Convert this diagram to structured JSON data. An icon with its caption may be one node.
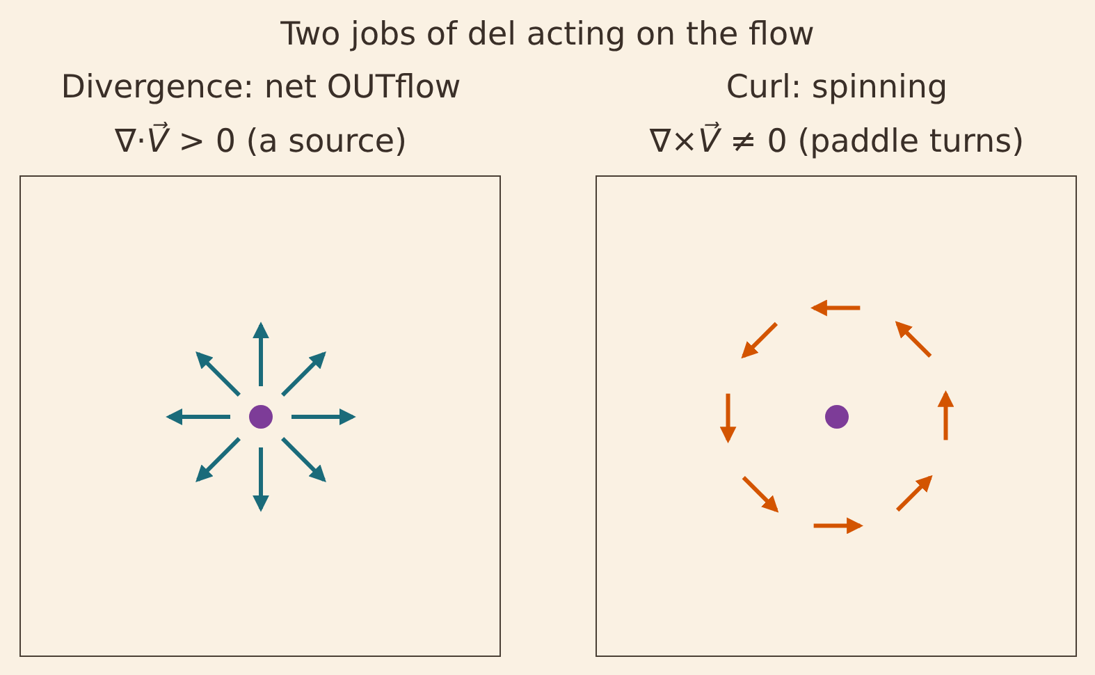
{
  "diagram": {
    "title": "Two jobs of del acting on the flow",
    "nodes": [
      {
        "text": [
          "Divergence: net OUTflow",
          "∇·*V⃗* > 0 (a source)"
        ]
      },
      {
        "text": [
          "Curl: spinning",
          "∇×*V⃗* ≠ 0 (paddle turns)"
        ]
      }
    ]
  }
}
